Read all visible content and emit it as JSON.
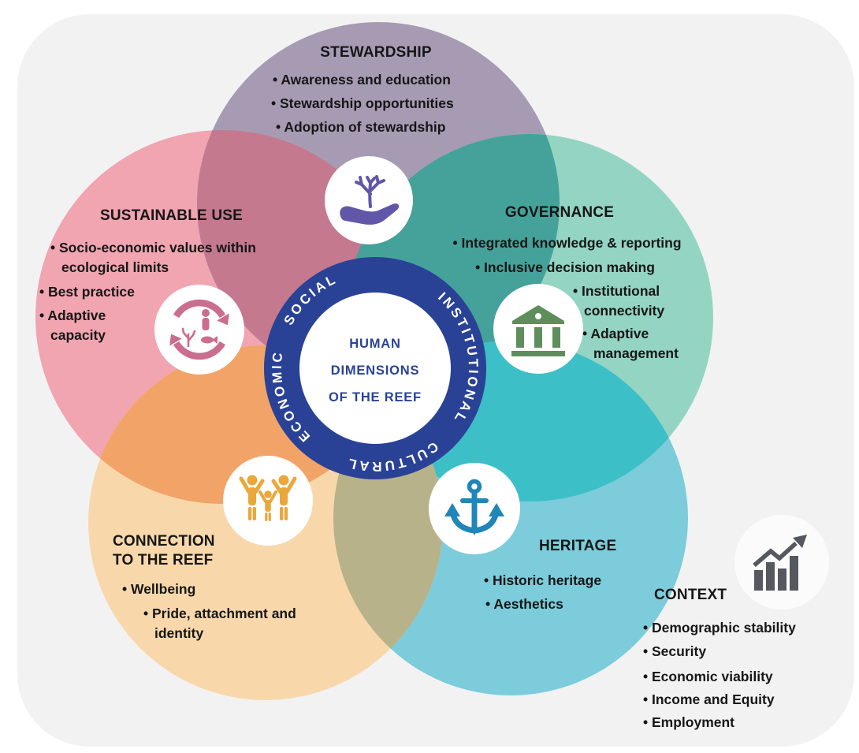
{
  "background": {
    "panel_color": "#f2f2f3"
  },
  "center_badge": {
    "ring_color": "#2a4296",
    "inner_color": "#ffffff",
    "text_color": "#2a4296",
    "ring_labels": {
      "top_left": "SOCIAL",
      "top_right": "INSTITUTIONAL",
      "bottom": "CULTURAL",
      "left": "ECONOMIC"
    },
    "title_lines": [
      "HUMAN",
      "DIMENSIONS",
      "OF THE REEF"
    ]
  },
  "sections": {
    "stewardship": {
      "title": "STEWARDSHIP",
      "color": "#a79bb4",
      "icon": "hand-holding-coral-icon",
      "icon_color": "#6157a9",
      "items": [
        "• Awareness and education",
        "• Stewardship opportunities",
        "• Adoption of stewardship"
      ]
    },
    "governance": {
      "title": "GOVERNANCE",
      "color": "#93d5c2",
      "icon": "bank-building-icon",
      "icon_color": "#5e8e5c",
      "items": [
        "• Integrated knowledge & reporting",
        "• Inclusive decision making",
        "• Institutional connectivity",
        "• Adaptive management"
      ]
    },
    "heritage": {
      "title": "HERITAGE",
      "color": "#7cccdb",
      "icon": "anchor-icon",
      "icon_color": "#2085b8",
      "items": [
        "• Historic heritage",
        "• Aesthetics"
      ]
    },
    "connection": {
      "title": "CONNECTION TO THE REEF",
      "color": "#f8d8ab",
      "icon": "family-raised-arms-icon",
      "icon_color": "#e9a73c",
      "items": [
        "• Wellbeing",
        "• Pride, attachment and identity"
      ]
    },
    "sustainable_use": {
      "title": "SUSTAINABLE USE",
      "color": "#f0a5b0",
      "icon": "cycle-person-fish-coral-icon",
      "icon_color": "#ca6d8e",
      "items": [
        "• Socio-economic values within ecological limits",
        "• Best practice",
        "• Adaptive capacity"
      ]
    }
  },
  "overlap_colors": {
    "sustainable_stewardship": "#c4798f",
    "stewardship_governance": "#45a29b",
    "governance_heritage": "#3dbfc7",
    "heritage_connection": "#b7b289",
    "connection_sustainable": "#f2a368"
  },
  "context": {
    "title": "CONTEXT",
    "icon": "bar-chart-rising-icon",
    "icon_color": "#55585e",
    "circle_color": "#fbfbfc",
    "items": [
      "• Demographic stability",
      "• Security",
      "• Economic viability",
      "• Income and Equity",
      "• Employment"
    ]
  }
}
